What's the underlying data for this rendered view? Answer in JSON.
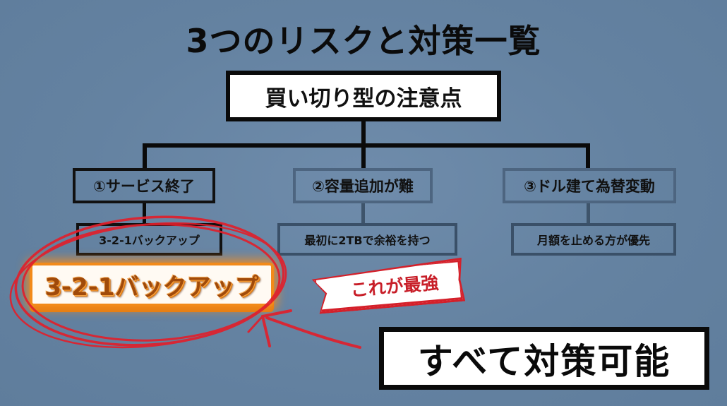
{
  "title": "3つのリスクと対策一覧",
  "root": {
    "label": "買い切り型の注意点"
  },
  "risks": [
    {
      "label": "①サービス終了",
      "countermeasure": "3-2-1バックアップ"
    },
    {
      "label": "②容量追加が難",
      "countermeasure": "最初に2TBで余裕を持つ"
    },
    {
      "label": "③ドル建て為替変動",
      "countermeasure": "月額を止める方が優先"
    }
  ],
  "highlight": {
    "label": "3-2-1バックアップ"
  },
  "callout": {
    "label": "これが最強"
  },
  "conclusion": {
    "label": "すべて対策可能"
  },
  "colors": {
    "background": "#6482a1",
    "box_border": "#0a0a0a",
    "accent_orange": "#f28a1a",
    "highlight_text": "#a04a0a",
    "annotation_red": "#d4202a",
    "white": "#ffffff"
  }
}
